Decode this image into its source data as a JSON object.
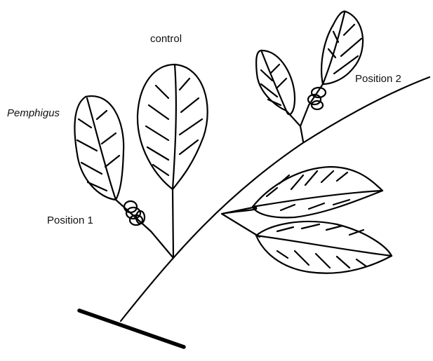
{
  "labels": {
    "control": "control",
    "pemphigus": "Pemphigus",
    "position_1": "Position 1",
    "position_2": "Position 2"
  },
  "colors": {
    "ink": "#000000",
    "background": "#ffffff"
  }
}
